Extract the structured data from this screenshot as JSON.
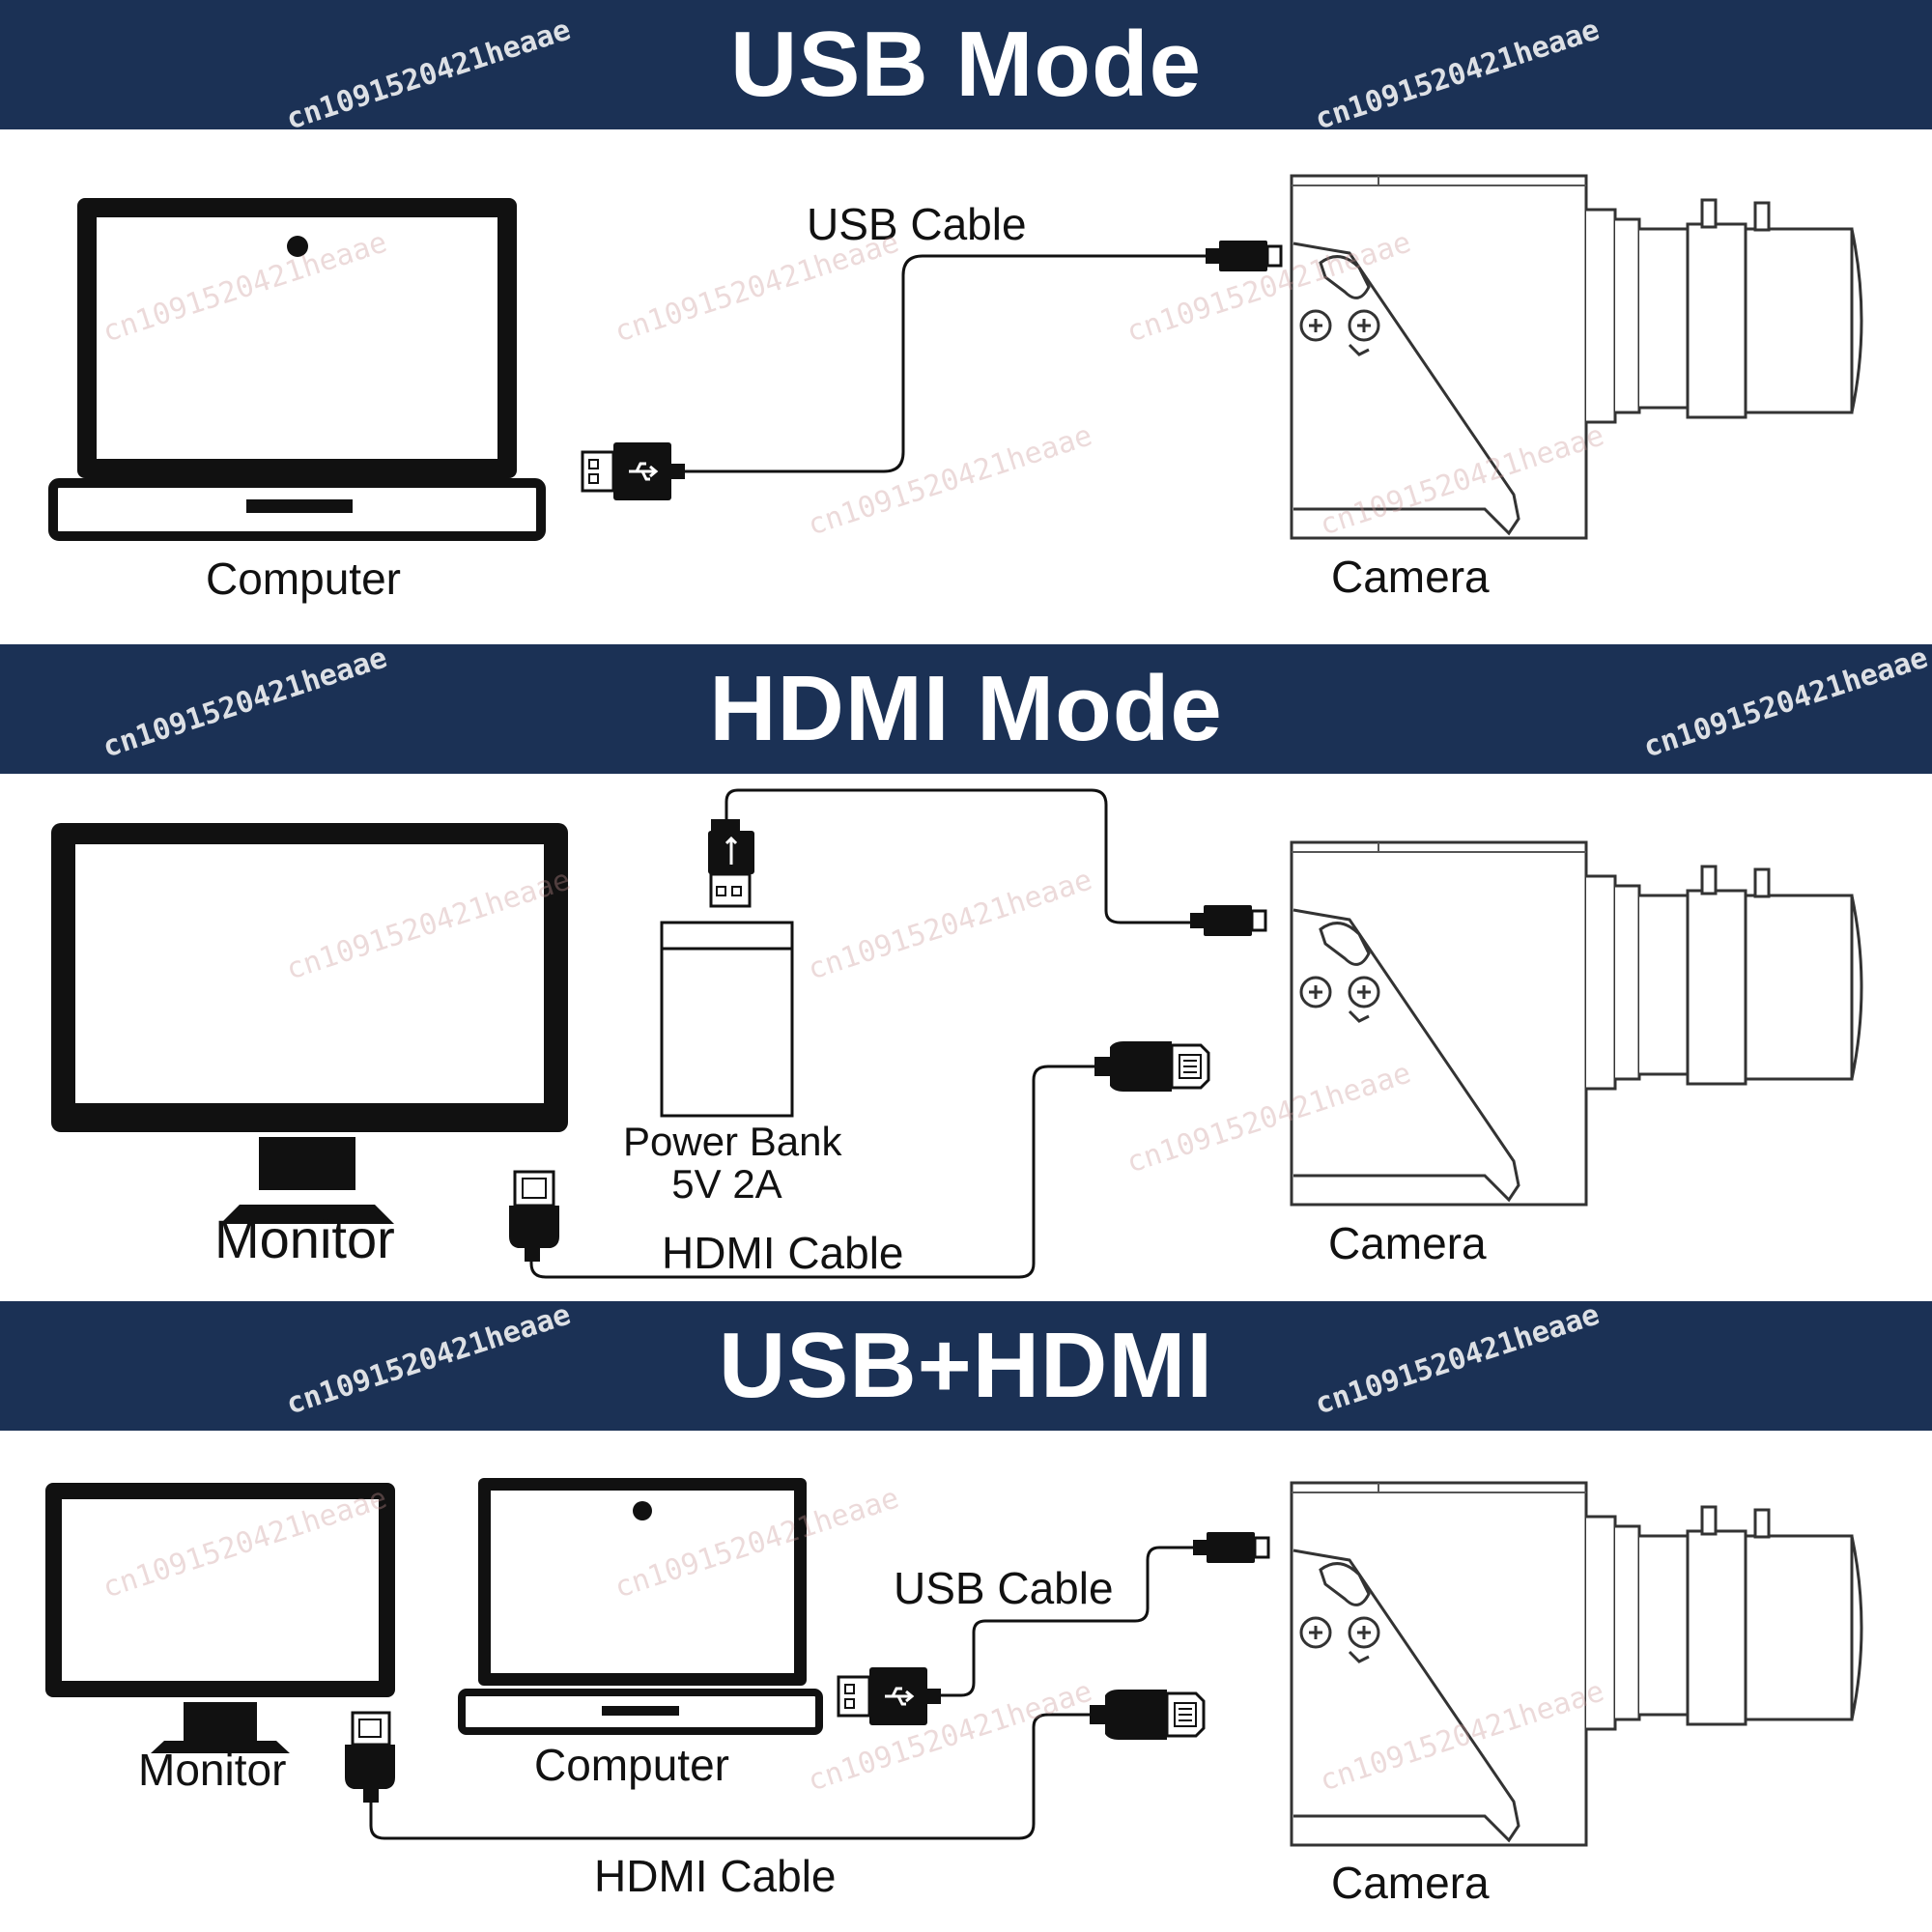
{
  "sections": [
    {
      "title": "USB Mode"
    },
    {
      "title": "HDMI Mode"
    },
    {
      "title": "USB+HDMI"
    }
  ],
  "usb_mode": {
    "computer_label": "Computer",
    "camera_label": "Camera",
    "cable_label": "USB Cable"
  },
  "hdmi_mode": {
    "monitor_label": "Monitor",
    "power_bank_line1": "Power Bank",
    "power_bank_line2": "5V 2A",
    "cable_label": "HDMI Cable",
    "camera_label": "Camera"
  },
  "usb_hdmi_mode": {
    "monitor_label": "Monitor",
    "computer_label": "Computer",
    "usb_cable_label": "USB Cable",
    "hdmi_cable_label": "HDMI Cable",
    "camera_label": "Camera"
  },
  "watermark": "cn1091520421heaae",
  "colors": {
    "banner": "#1b3155",
    "line": "#111111"
  }
}
